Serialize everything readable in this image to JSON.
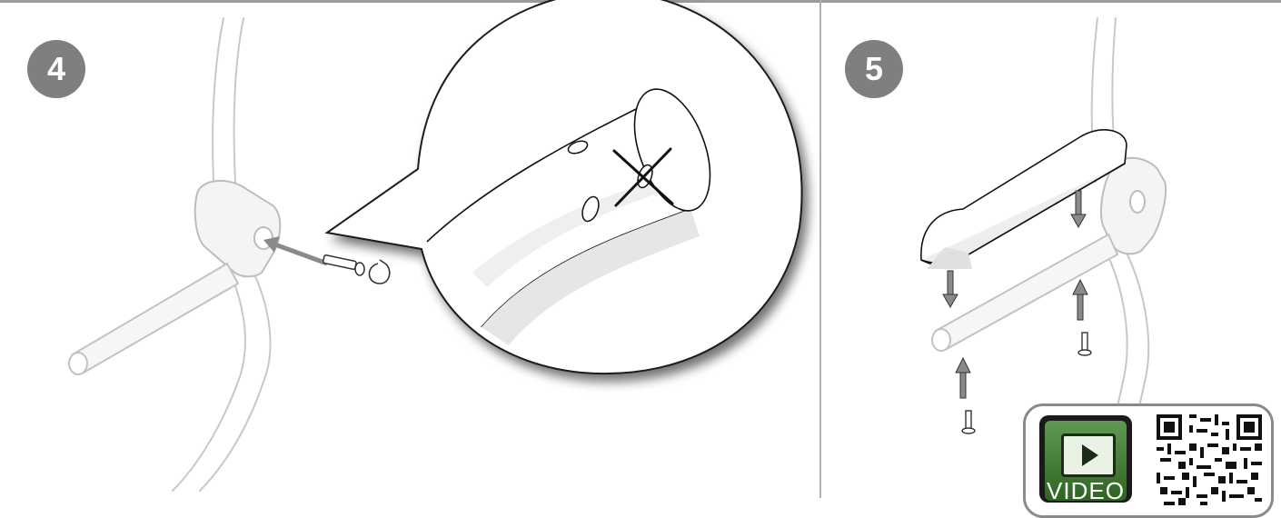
{
  "steps": [
    {
      "number": "4"
    },
    {
      "number": "5"
    }
  ],
  "video": {
    "label": "VIDEO",
    "play_icon": "play-icon",
    "qr_icon": "qr-code-icon"
  },
  "colors": {
    "badge": "#7f7f7f",
    "divider": "#9a9a9a",
    "frame_fill": "#eeeeee",
    "outline": "#111111",
    "video_green": "#3e7a33"
  }
}
